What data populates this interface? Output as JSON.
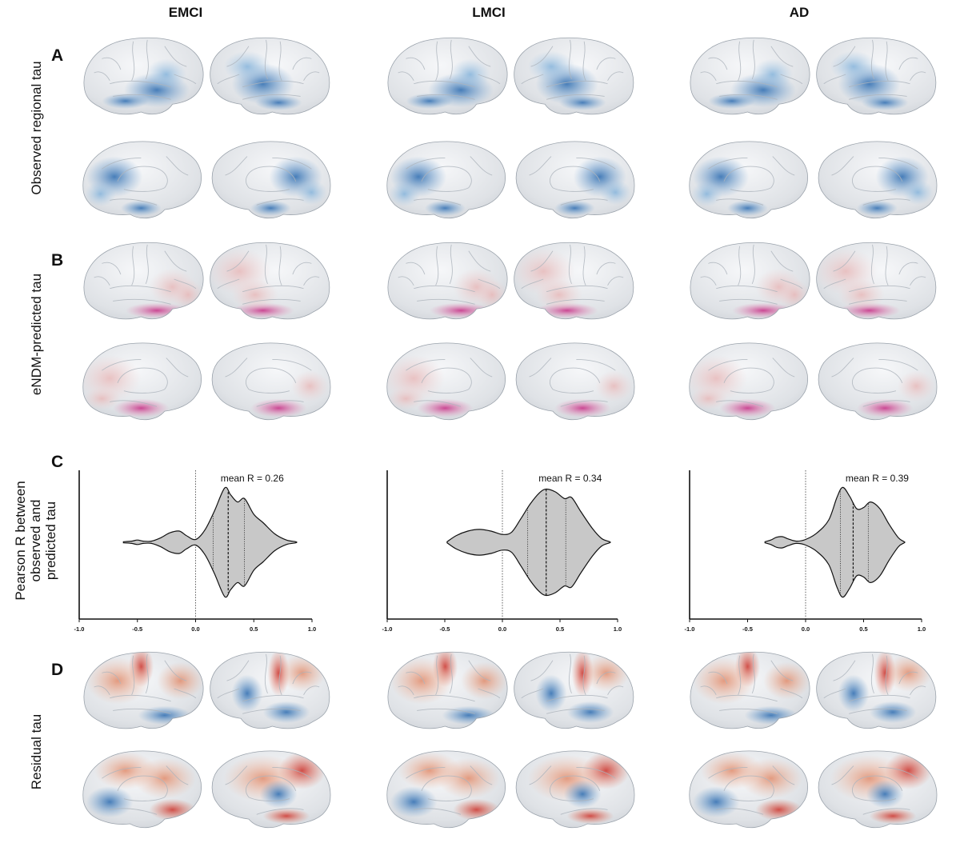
{
  "columns": [
    "EMCI",
    "LMCI",
    "AD"
  ],
  "panels": [
    {
      "letter": "A",
      "row_label": "Observed regional tau",
      "colormap": "blue"
    },
    {
      "letter": "B",
      "row_label": "eNDM-predicted tau",
      "colormap": "pink"
    },
    {
      "letter": "C",
      "row_label_lines": [
        "Pearson R between",
        "observed and",
        "predicted tau"
      ]
    },
    {
      "letter": "D",
      "row_label": "Residual tau",
      "colormap": "diverging"
    }
  ],
  "colors": {
    "brain_base": "#e7e9ec",
    "blue": "#4d83bd",
    "pink": "#d65fa0",
    "red": "#d9534a",
    "violin_fill": "#c8c8c8"
  },
  "chart_data": [
    {
      "type": "violin",
      "group": "EMCI",
      "annotation": "mean R = 0.26",
      "xlim": [
        -1.0,
        1.0
      ],
      "xticks": [
        "-1.0",
        "-0.5",
        "0.0",
        "0.5",
        "1.0"
      ],
      "reference_line": 0.0,
      "quartiles": [
        0.15,
        0.28,
        0.42
      ],
      "density_profile": [
        [
          -0.62,
          0.01
        ],
        [
          -0.55,
          0.02
        ],
        [
          -0.5,
          0.04
        ],
        [
          -0.45,
          0.02
        ],
        [
          -0.38,
          0.02
        ],
        [
          -0.3,
          0.08
        ],
        [
          -0.22,
          0.17
        ],
        [
          -0.14,
          0.2
        ],
        [
          -0.08,
          0.12
        ],
        [
          0.0,
          0.05
        ],
        [
          0.08,
          0.22
        ],
        [
          0.16,
          0.55
        ],
        [
          0.25,
          0.97
        ],
        [
          0.3,
          0.85
        ],
        [
          0.36,
          0.72
        ],
        [
          0.42,
          0.78
        ],
        [
          0.5,
          0.5
        ],
        [
          0.58,
          0.35
        ],
        [
          0.68,
          0.15
        ],
        [
          0.78,
          0.04
        ],
        [
          0.86,
          0.01
        ]
      ]
    },
    {
      "type": "violin",
      "group": "LMCI",
      "annotation": "mean R = 0.34",
      "xlim": [
        -1.0,
        1.0
      ],
      "xticks": [
        "-1.0",
        "-0.5",
        "0.0",
        "0.5",
        "1.0"
      ],
      "reference_line": 0.0,
      "quartiles": [
        0.22,
        0.38,
        0.55
      ],
      "density_profile": [
        [
          -0.48,
          0.01
        ],
        [
          -0.4,
          0.12
        ],
        [
          -0.3,
          0.2
        ],
        [
          -0.2,
          0.23
        ],
        [
          -0.1,
          0.2
        ],
        [
          0.0,
          0.14
        ],
        [
          0.08,
          0.18
        ],
        [
          0.16,
          0.42
        ],
        [
          0.24,
          0.68
        ],
        [
          0.32,
          0.88
        ],
        [
          0.38,
          0.95
        ],
        [
          0.46,
          0.9
        ],
        [
          0.54,
          0.78
        ],
        [
          0.6,
          0.8
        ],
        [
          0.68,
          0.55
        ],
        [
          0.78,
          0.25
        ],
        [
          0.86,
          0.07
        ],
        [
          0.93,
          0.01
        ]
      ]
    },
    {
      "type": "violin",
      "group": "AD",
      "annotation": "mean R = 0.39",
      "xlim": [
        -1.0,
        1.0
      ],
      "xticks": [
        "-1.0",
        "-0.5",
        "0.0",
        "0.5",
        "1.0"
      ],
      "reference_line": 0.0,
      "quartiles": [
        0.3,
        0.41,
        0.54
      ],
      "density_profile": [
        [
          -0.35,
          0.01
        ],
        [
          -0.3,
          0.04
        ],
        [
          -0.25,
          0.09
        ],
        [
          -0.2,
          0.1
        ],
        [
          -0.15,
          0.06
        ],
        [
          -0.08,
          0.02
        ],
        [
          0.0,
          0.05
        ],
        [
          0.1,
          0.17
        ],
        [
          0.2,
          0.4
        ],
        [
          0.27,
          0.8
        ],
        [
          0.32,
          0.98
        ],
        [
          0.38,
          0.82
        ],
        [
          0.44,
          0.6
        ],
        [
          0.5,
          0.62
        ],
        [
          0.56,
          0.72
        ],
        [
          0.64,
          0.6
        ],
        [
          0.72,
          0.32
        ],
        [
          0.8,
          0.08
        ],
        [
          0.85,
          0.01
        ]
      ]
    }
  ]
}
